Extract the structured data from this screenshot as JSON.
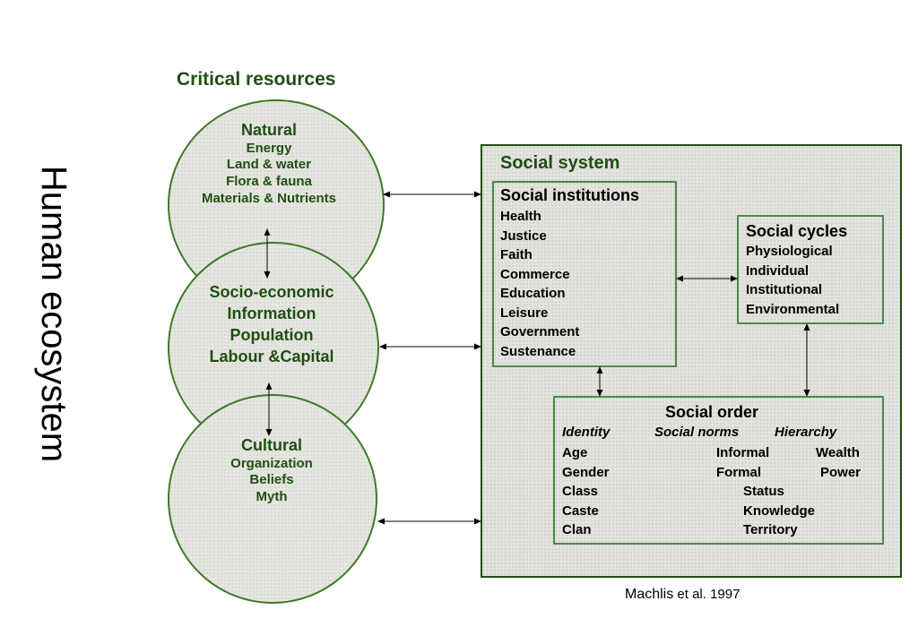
{
  "title": "Human ecosystem",
  "critical_resources_heading": "Critical resources",
  "natural": {
    "title": "Natural",
    "items": [
      "Energy",
      "Land & water",
      "Flora & fauna",
      "Materials & Nutrients"
    ]
  },
  "socio_economic": {
    "items": [
      "Socio-economic",
      "Information",
      "Population",
      "Labour &Capital"
    ]
  },
  "cultural": {
    "title": "Cultural",
    "items": [
      "Organization",
      "Beliefs",
      "Myth"
    ]
  },
  "social_system": {
    "title": "Social system",
    "institutions": {
      "title": "Social institutions",
      "items": [
        "Health",
        "Justice",
        "Faith",
        "Commerce",
        "Education",
        "Leisure",
        "Government",
        "Sustenance"
      ]
    },
    "cycles": {
      "title": "Social cycles",
      "items": [
        "Physiological",
        "Individual",
        "Institutional",
        "Environmental"
      ]
    },
    "order": {
      "title": "Social order",
      "identity": {
        "title": "Identity",
        "items": [
          "Age",
          "Gender",
          "Class",
          "Caste",
          "Clan"
        ]
      },
      "norms": {
        "title": "Social norms",
        "items": [
          "Informal",
          "Formal"
        ]
      },
      "hierarchy": {
        "title": "Hierarchy",
        "items": [
          "Wealth",
          "Power",
          "Status",
          "Knowledge",
          "Territory"
        ]
      }
    }
  },
  "citation": {
    "author": "Machlis",
    "rest": "et al. 1997"
  }
}
